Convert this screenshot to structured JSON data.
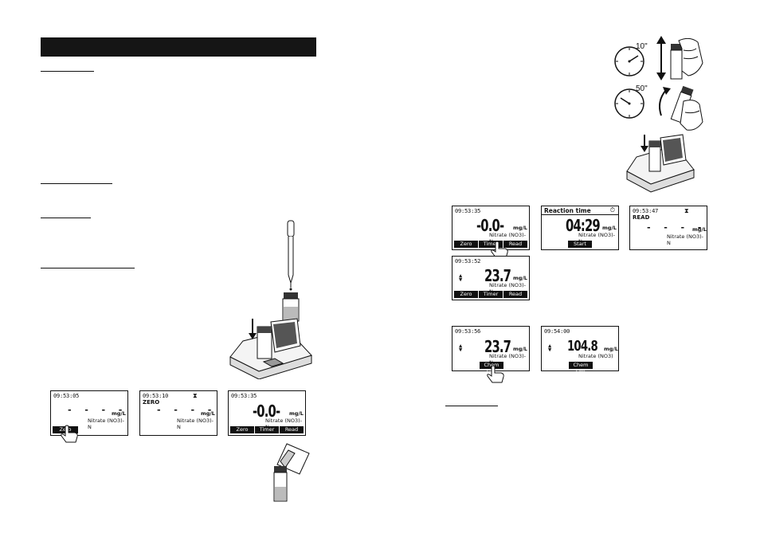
{
  "screens": [
    {
      "id": "s1",
      "time": "09:53:05",
      "state": "",
      "display": "- - - -",
      "unit": "mg/L",
      "parameter": "Nitrate (NO3)-N",
      "keys": [
        "Zero"
      ]
    },
    {
      "id": "s2",
      "time": "09:53:10",
      "state": "ZERO",
      "display": "- - - -",
      "unit": "mg/L",
      "parameter": "Nitrate (NO3)-N"
    },
    {
      "id": "s3",
      "time": "09:53:35",
      "display": "-0.0-",
      "unit": "mg/L",
      "parameter": "Nitrate (NO3)-N",
      "keys": [
        "Zero",
        "Timer",
        "Read"
      ]
    },
    {
      "id": "s4",
      "time": "09:53:35",
      "display": "-0.0-",
      "unit": "mg/L",
      "parameter": "Nitrate (NO3)-N",
      "keys": [
        "Zero",
        "Timer",
        "Read"
      ]
    },
    {
      "id": "s5",
      "title": "Reaction time",
      "display": "04:29",
      "unit": "mg/L",
      "parameter": "Nitrate (NO3)-N",
      "keys": [
        "Start"
      ]
    },
    {
      "id": "s6",
      "time": "09:53:47",
      "state": "READ",
      "display": "- - - -",
      "unit": "mg/L",
      "parameter": "Nitrate (NO3)-N"
    },
    {
      "id": "s7",
      "time": "09:53:52",
      "display": "23.7",
      "unit": "mg/L",
      "parameter": "Nitrate (NO3)-N",
      "keys": [
        "Zero",
        "Timer",
        "Read"
      ]
    },
    {
      "id": "s8",
      "time": "09:53:56",
      "display": "23.7",
      "unit": "mg/L",
      "parameter": "Nitrate (NO3)-N",
      "keys": [
        "Chem Frm"
      ]
    },
    {
      "id": "s9",
      "time": "09:54:00",
      "display": "104.8",
      "unit": "mg/L",
      "parameter": "Nitrate (NO3)",
      "keys": [
        "Chem Frm"
      ]
    }
  ],
  "clocks": {
    "first": "10\"",
    "second": "50\""
  },
  "icons": {
    "hourglass": "hourglass-icon",
    "timer": "timer-icon",
    "updown": "up-down-arrows-icon",
    "hand": "pointing-hand-icon"
  }
}
